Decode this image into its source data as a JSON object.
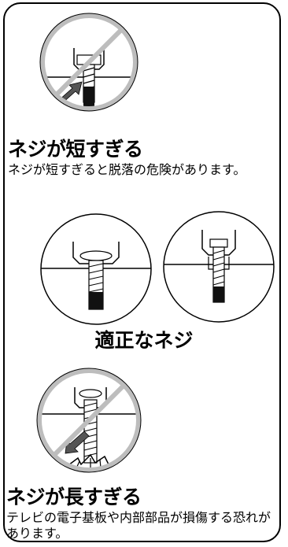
{
  "sections": {
    "short": {
      "heading": "ネジが短すぎる",
      "description": "ネジが短すぎると脱落の危険があります。"
    },
    "proper": {
      "heading": "適正なネジ"
    },
    "long": {
      "heading": "ネジが長すぎる",
      "description": "テレビの電子基板や内部部品が損傷する恐れがあります。"
    }
  },
  "colors": {
    "outline": "#000000",
    "prohibition": "#bdbdbd",
    "screw_fill": "#ffffff",
    "screw_tip": "#111111",
    "arrow": "#555555"
  },
  "icons": [
    "prohibition-icon",
    "screw-icon",
    "arrow-icon"
  ]
}
